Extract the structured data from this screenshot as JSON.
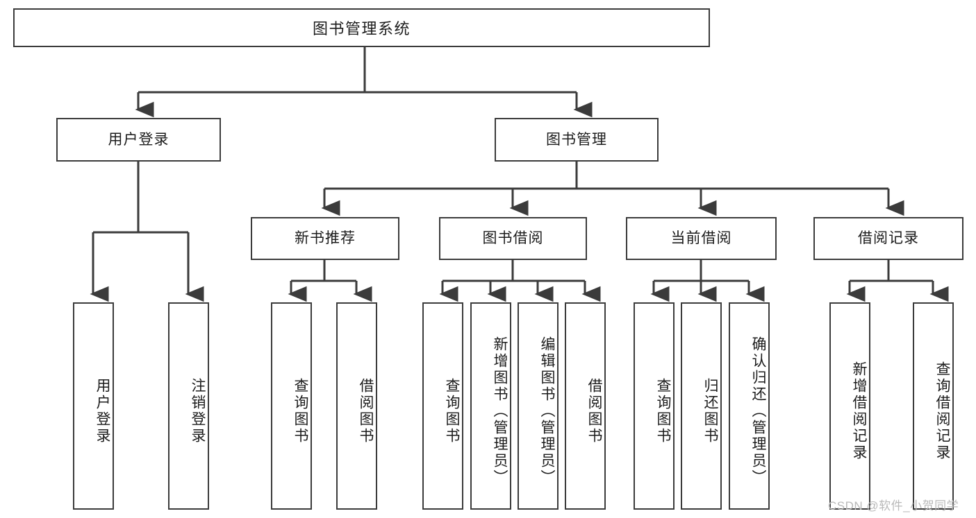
{
  "diagram": {
    "title": "图书管理系统",
    "type": "tree",
    "root": {
      "label": "图书管理系统"
    },
    "level1": [
      {
        "label": "用户登录"
      },
      {
        "label": "图书管理"
      }
    ],
    "level2": [
      {
        "label": "新书推荐",
        "parent": "图书管理"
      },
      {
        "label": "图书借阅",
        "parent": "图书管理"
      },
      {
        "label": "当前借阅",
        "parent": "图书管理"
      },
      {
        "label": "借阅记录",
        "parent": "图书管理"
      }
    ],
    "leaves": {
      "user_login": [
        {
          "label": "用户登录"
        },
        {
          "label": "注销登录"
        }
      ],
      "new_book": [
        {
          "label": "查询图书"
        },
        {
          "label": "借阅图书"
        }
      ],
      "book_borrow": [
        {
          "label": "查询图书"
        },
        {
          "label": "新增图书（管理员）"
        },
        {
          "label": "编辑图书（管理员）"
        },
        {
          "label": "借阅图书"
        }
      ],
      "current_borrow": [
        {
          "label": "查询图书"
        },
        {
          "label": "归还图书"
        },
        {
          "label": "确认归还（管理员）"
        }
      ],
      "borrow_record": [
        {
          "label": "新增借阅记录"
        },
        {
          "label": "查询借阅记录"
        }
      ]
    }
  },
  "watermark": {
    "text": "CSDN @软件_小贺同学"
  },
  "colors": {
    "stroke": "#3b3b3b",
    "background": "#ffffff",
    "text": "#1b1b1b",
    "watermark": "#b9b9b9"
  }
}
